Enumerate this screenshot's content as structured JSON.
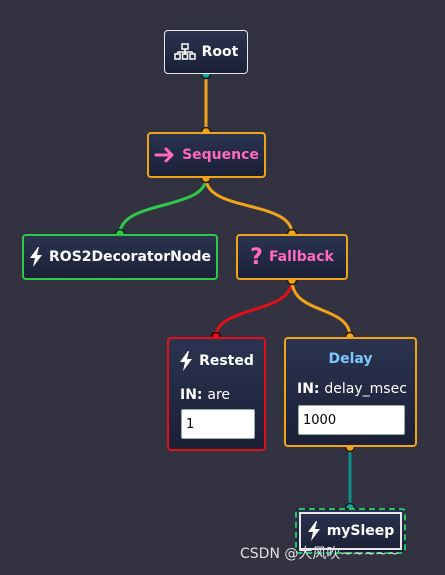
{
  "nodes": {
    "root": {
      "label": "Root"
    },
    "sequence": {
      "label": "Sequence"
    },
    "ros2_decorator": {
      "label": "ROS2DecoratorNode"
    },
    "fallback": {
      "label": "Fallback"
    },
    "rested": {
      "label": "Rested",
      "port_label": "IN:",
      "port_name": "are",
      "port_value": "1"
    },
    "delay": {
      "label": "Delay",
      "port_label": "IN:",
      "port_name": "delay_msec",
      "port_value": "1000"
    },
    "my_sleep": {
      "label": "mySleep"
    }
  },
  "colors": {
    "background": "#333240",
    "sequence_fallback_border": "#f0a41b",
    "control_text": "#ff6ac0",
    "success_edge": "#2ec84a",
    "failure_edge": "#e0101a",
    "decorator_text": "#7fc7ff",
    "teal_edge": "#0e8f8a"
  },
  "watermark": "CSDN @大风吹~~~~~"
}
